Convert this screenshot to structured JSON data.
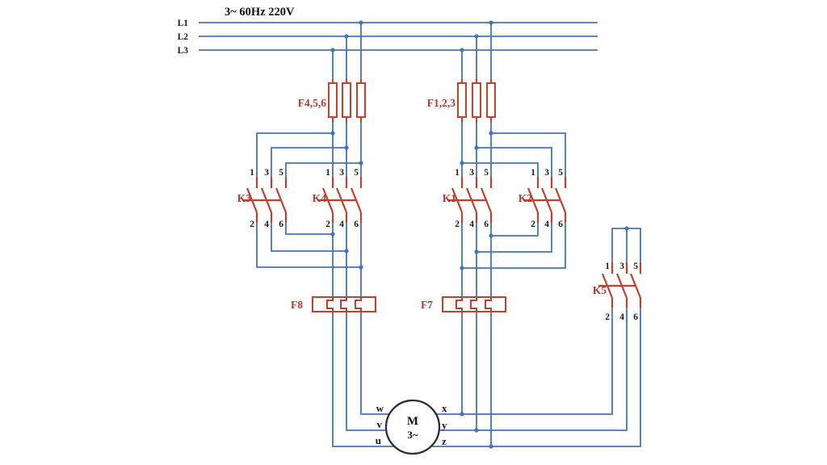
{
  "title": "3~ 60Hz 220V",
  "bus": {
    "lines": [
      "L1",
      "L2",
      "L3"
    ]
  },
  "fuse_groups": [
    {
      "label": "F4,5,6"
    },
    {
      "label": "F1,2,3"
    }
  ],
  "contactors": [
    {
      "id": "K3",
      "top": [
        "1",
        "3",
        "5"
      ],
      "bottom": [
        "2",
        "4",
        "6"
      ]
    },
    {
      "id": "K4",
      "top": [
        "1",
        "3",
        "5"
      ],
      "bottom": [
        "2",
        "4",
        "6"
      ]
    },
    {
      "id": "K1",
      "top": [
        "1",
        "3",
        "5"
      ],
      "bottom": [
        "2",
        "4",
        "6"
      ]
    },
    {
      "id": "K2",
      "top": [
        "1",
        "3",
        "5"
      ],
      "bottom": [
        "2",
        "4",
        "6"
      ]
    },
    {
      "id": "K5",
      "top": [
        "1",
        "3",
        "5"
      ],
      "bottom": [
        "2",
        "4",
        "6"
      ]
    }
  ],
  "overload_relays": [
    {
      "label": "F8"
    },
    {
      "label": "F7"
    }
  ],
  "motor": {
    "label": "M",
    "type": "3~",
    "left_terminals": [
      "w",
      "v",
      "u"
    ],
    "right_terminals": [
      "x",
      "y",
      "z"
    ]
  },
  "colors": {
    "wire_blue": "#4674b4",
    "symbol_red": "#c2402e",
    "label_red": "#bf3527",
    "text_black": "#1a1a1a"
  }
}
